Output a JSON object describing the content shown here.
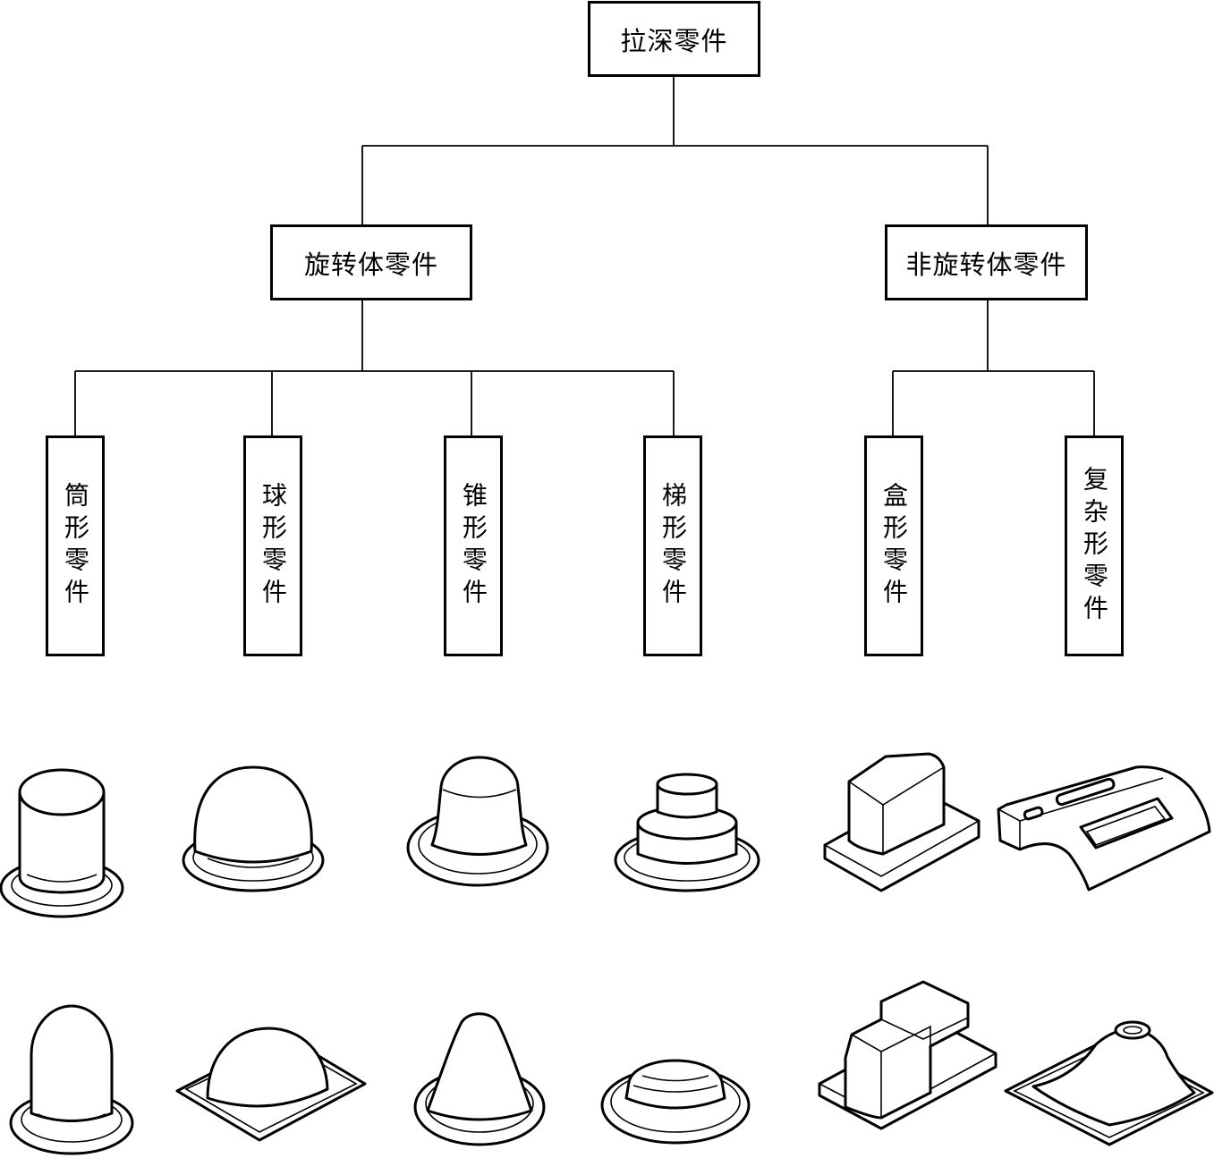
{
  "root": {
    "label": "拉深零件"
  },
  "groups": [
    {
      "label": "旋转体零件"
    },
    {
      "label": "非旋转体零件"
    }
  ],
  "categories": [
    {
      "label": "筒形零件"
    },
    {
      "label": "球形零件"
    },
    {
      "label": "锥形零件"
    },
    {
      "label": "梯形零件"
    },
    {
      "label": "盒形零件"
    },
    {
      "label": "复杂形零件"
    }
  ],
  "illustrations": [
    {
      "category": "筒形零件",
      "items": [
        "cylindrical-cup-icon",
        "cylindrical-cup-domed-icon"
      ]
    },
    {
      "category": "球形零件",
      "items": [
        "hemisphere-round-flange-icon",
        "hemisphere-square-flange-icon"
      ]
    },
    {
      "category": "锥形零件",
      "items": [
        "truncated-cone-icon",
        "pointed-cone-icon"
      ]
    },
    {
      "category": "梯形零件",
      "items": [
        "stepped-cup-icon",
        "shallow-stepped-dish-icon"
      ]
    },
    {
      "category": "盒形零件",
      "items": [
        "rectangular-box-icon",
        "stepped-box-icon"
      ]
    },
    {
      "category": "复杂形零件",
      "items": [
        "complex-panel-icon",
        "complex-cover-icon"
      ]
    }
  ]
}
